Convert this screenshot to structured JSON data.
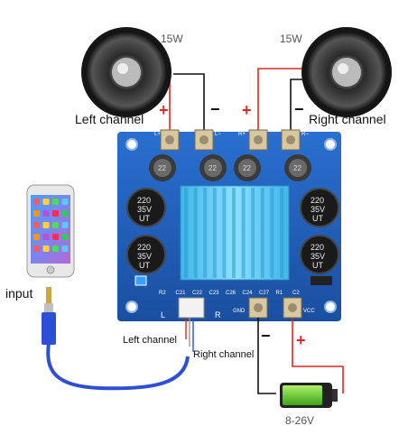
{
  "speakers": {
    "left": {
      "label": "Left channel",
      "power": "15W"
    },
    "right": {
      "label": "Right channel",
      "power": "15W"
    }
  },
  "terminals": {
    "plus": "+",
    "minus": "−"
  },
  "board": {
    "silkscreen": {
      "l_plus": "L+",
      "l_minus": "L−",
      "r_plus": "R+",
      "r_minus": "R−",
      "gnd": "GND",
      "vcc": "VCC",
      "l": "L",
      "r": "R",
      "cap_value": "220",
      "cap_voltage": "35V",
      "cap_series": "UT",
      "inductor_code": "22",
      "parts": [
        "R2",
        "C21",
        "C22",
        "C23",
        "C26",
        "C24",
        "C27",
        "R1",
        "C2"
      ]
    }
  },
  "input": {
    "label": "input",
    "left_wire": "Left channel",
    "right_wire": "Right channel"
  },
  "battery": {
    "voltage": "8-26V"
  },
  "colors": {
    "board_blue": "#1f5fb8",
    "heatsink": "#5ec8f0",
    "wire_red": "#e0261f",
    "wire_black": "#111111",
    "cable_blue": "#2d4fd6"
  }
}
